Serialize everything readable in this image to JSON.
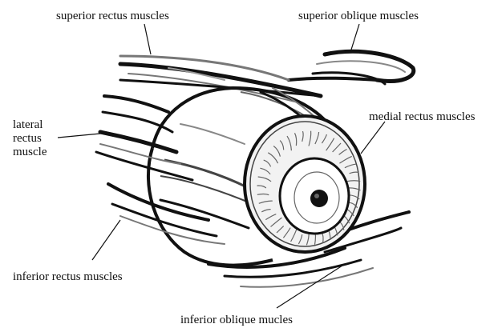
{
  "labels": {
    "superior_rectus": "superior rectus muscles",
    "superior_oblique": "superior oblique muscles",
    "lateral_rectus_line1": "lateral",
    "lateral_rectus_line2": "rectus",
    "lateral_rectus_line3": "muscle",
    "medial_rectus": "medial rectus muscles",
    "inferior_rectus": "inferior rectus muscles",
    "inferior_oblique": "inferior oblique mucles"
  },
  "colors": {
    "ink": "#111111",
    "iris_fill": "#f2f2f2",
    "sclera_fill": "#ffffff",
    "muscle_shade": "#8a8a8a"
  }
}
